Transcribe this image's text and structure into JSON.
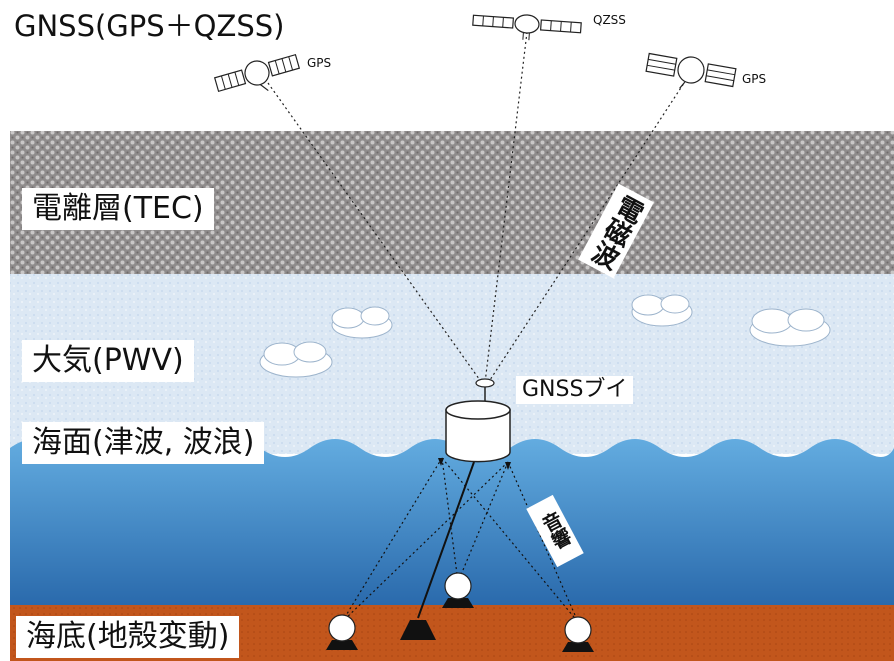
{
  "title": "GNSS(GPS＋QZSS)",
  "satellites": [
    {
      "id": "gps-left",
      "label": "GPS"
    },
    {
      "id": "qzss",
      "label": "QZSS"
    },
    {
      "id": "gps-right",
      "label": "GPS"
    }
  ],
  "layers": {
    "ionosphere": "電離層(TEC)",
    "atmosphere": "大気(PWV)",
    "sea_surface": "海面(津波, 波浪)",
    "seafloor": "海底(地殻変動)"
  },
  "labels": {
    "radio_wave": "電磁波",
    "buoy": "GNSSブイ",
    "acoustic": "音響"
  },
  "colors": {
    "ionosphere": "#8c8a8a",
    "sky": "#dde9f5",
    "sea_top": "#4f9dd8",
    "sea_bottom": "#2b6db0",
    "seafloor": "#c0531a"
  }
}
